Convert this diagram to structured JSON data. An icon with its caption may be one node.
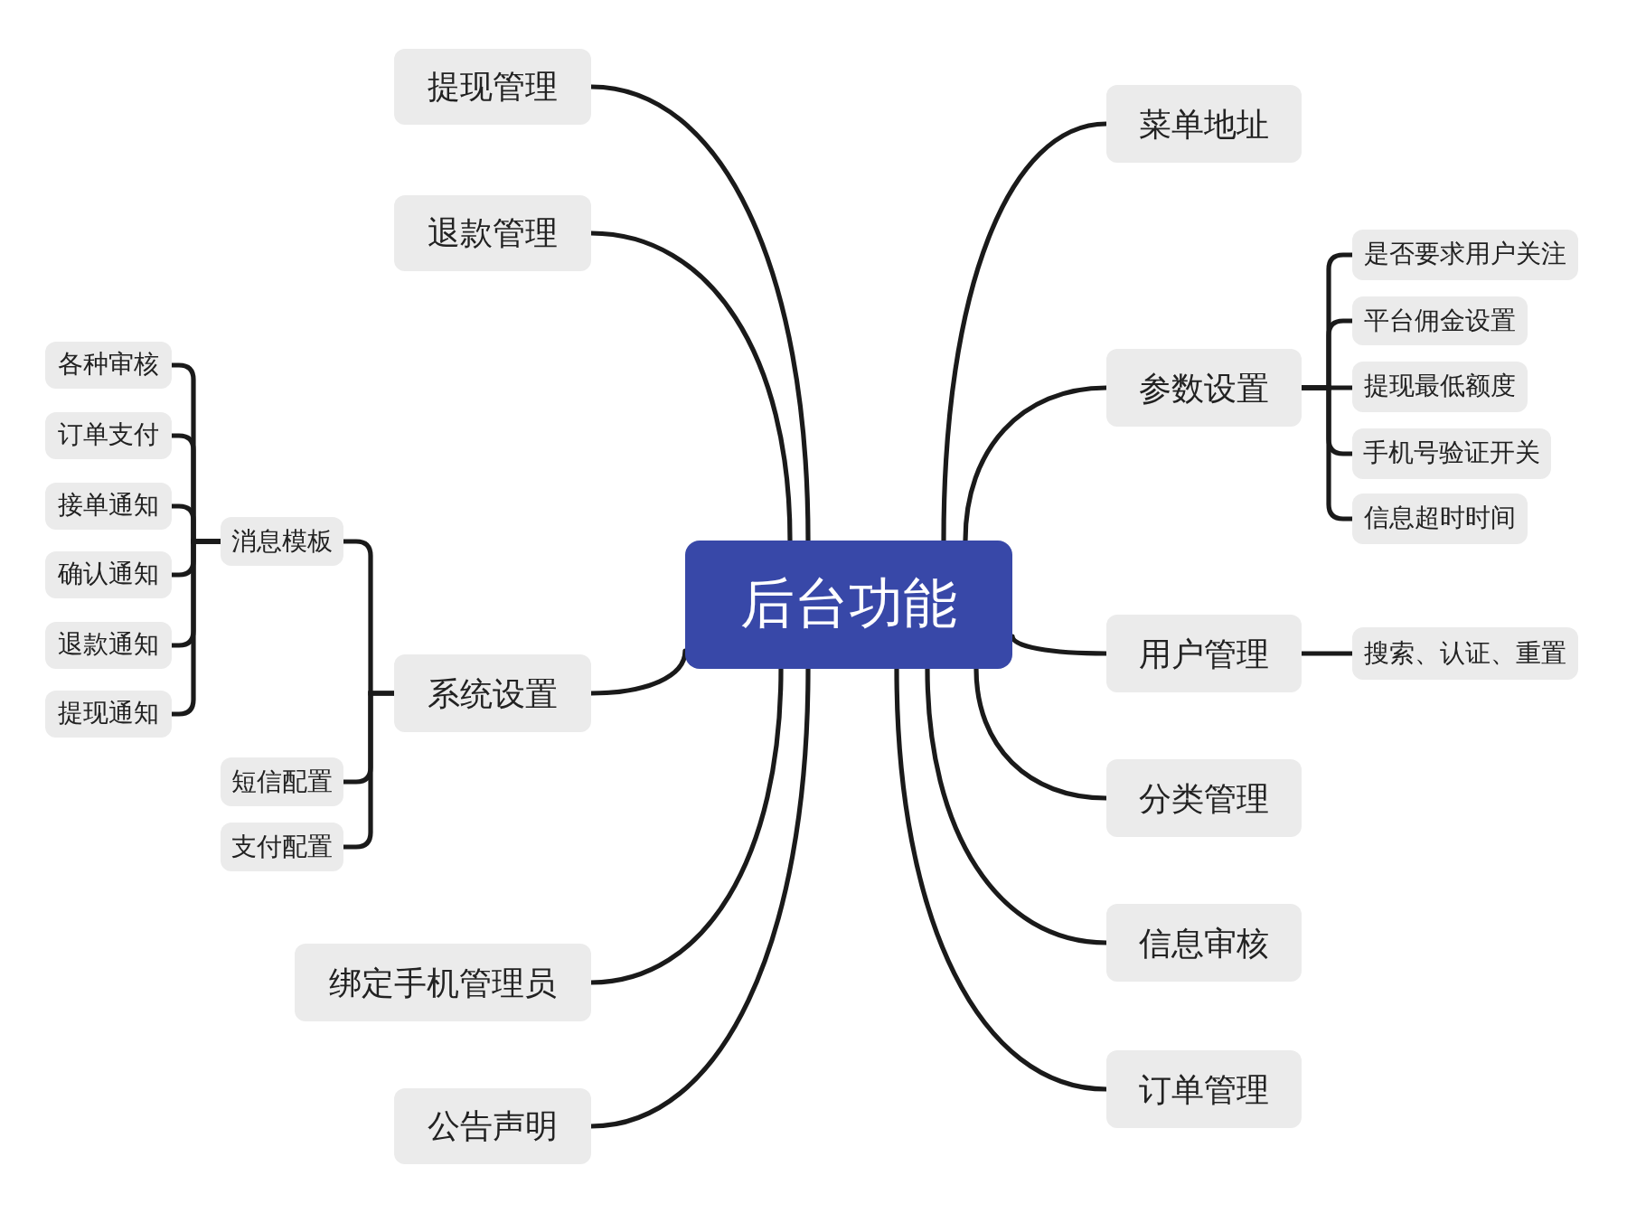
{
  "diagram": {
    "nodes": [
      {
        "text": [
          "后台功能"
        ]
      },
      {
        "text": [
          "提现管理"
        ]
      },
      {
        "text": [
          "退款管理"
        ]
      },
      {
        "text": [
          "系统设置"
        ]
      },
      {
        "text": [
          "消息模板"
        ]
      },
      {
        "text": [
          "各种审核"
        ]
      },
      {
        "text": [
          "订单支付"
        ]
      },
      {
        "text": [
          "接单通知"
        ]
      },
      {
        "text": [
          "确认通知"
        ]
      },
      {
        "text": [
          "退款通知"
        ]
      },
      {
        "text": [
          "提现通知"
        ]
      },
      {
        "text": [
          "短信配置"
        ]
      },
      {
        "text": [
          "支付配置"
        ]
      },
      {
        "text": [
          "绑定手机管理员"
        ]
      },
      {
        "text": [
          "公告声明"
        ]
      },
      {
        "text": [
          "菜单地址"
        ]
      },
      {
        "text": [
          "参数设置"
        ]
      },
      {
        "text": [
          "是否要求用户关注"
        ]
      },
      {
        "text": [
          "平台佣金设置"
        ]
      },
      {
        "text": [
          "提现最低额度"
        ]
      },
      {
        "text": [
          "手机号验证开关"
        ]
      },
      {
        "text": [
          "信息超时时间"
        ]
      },
      {
        "text": [
          "用户管理"
        ]
      },
      {
        "text": [
          "搜索、认证、重置"
        ]
      },
      {
        "text": [
          "分类管理"
        ]
      },
      {
        "text": [
          "信息审核"
        ]
      },
      {
        "text": [
          "订单管理"
        ]
      }
    ],
    "edges": [
      {
        "from": 0,
        "to": 1,
        "arrow": "none"
      },
      {
        "from": 0,
        "to": 2,
        "arrow": "none"
      },
      {
        "from": 0,
        "to": 3,
        "arrow": "none"
      },
      {
        "from": 3,
        "to": 4,
        "arrow": "none"
      },
      {
        "from": 4,
        "to": 5,
        "arrow": "none"
      },
      {
        "from": 4,
        "to": 6,
        "arrow": "none"
      },
      {
        "from": 4,
        "to": 7,
        "arrow": "none"
      },
      {
        "from": 4,
        "to": 8,
        "arrow": "none"
      },
      {
        "from": 4,
        "to": 9,
        "arrow": "none"
      },
      {
        "from": 4,
        "to": 10,
        "arrow": "none"
      },
      {
        "from": 3,
        "to": 11,
        "arrow": "none"
      },
      {
        "from": 3,
        "to": 12,
        "arrow": "none"
      },
      {
        "from": 0,
        "to": 13,
        "arrow": "none"
      },
      {
        "from": 0,
        "to": 14,
        "arrow": "none"
      },
      {
        "from": 0,
        "to": 15,
        "arrow": "none"
      },
      {
        "from": 0,
        "to": 16,
        "arrow": "none"
      },
      {
        "from": 16,
        "to": 17,
        "arrow": "none"
      },
      {
        "from": 16,
        "to": 18,
        "arrow": "none"
      },
      {
        "from": 16,
        "to": 19,
        "arrow": "none"
      },
      {
        "from": 16,
        "to": 20,
        "arrow": "none"
      },
      {
        "from": 16,
        "to": 21,
        "arrow": "none"
      },
      {
        "from": 0,
        "to": 22,
        "arrow": "none"
      },
      {
        "from": 22,
        "to": 23,
        "arrow": "none"
      },
      {
        "from": 0,
        "to": 24,
        "arrow": "none"
      },
      {
        "from": 0,
        "to": 25,
        "arrow": "none"
      },
      {
        "from": 0,
        "to": 26,
        "arrow": "none"
      }
    ]
  }
}
